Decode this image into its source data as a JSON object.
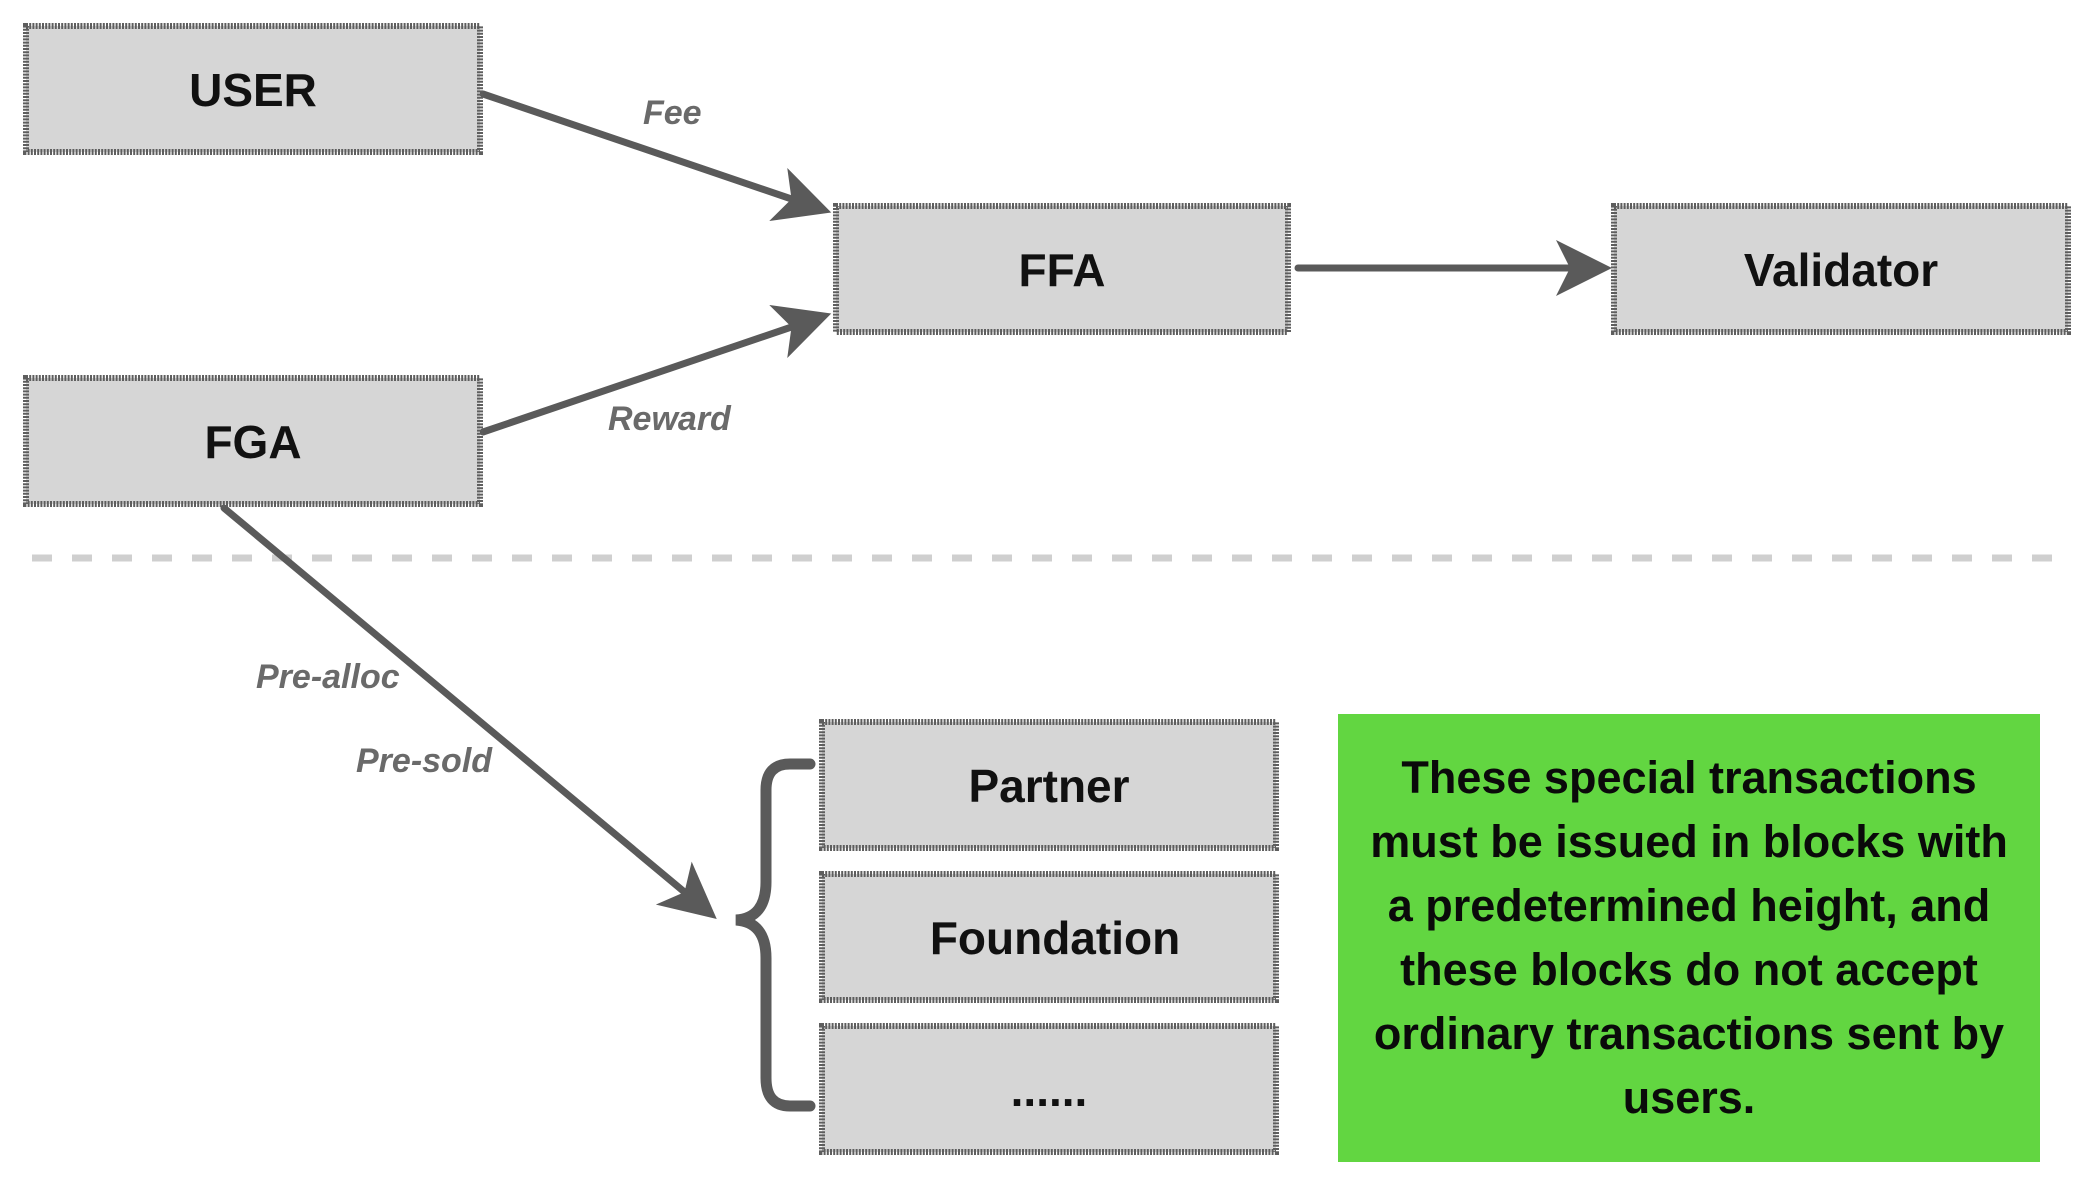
{
  "nodes": {
    "user": "USER",
    "fga": "FGA",
    "ffa": "FFA",
    "validator": "Validator",
    "partner": "Partner",
    "foundation": "Foundation",
    "more": "......"
  },
  "edges": {
    "fee": "Fee",
    "reward": "Reward",
    "pre_alloc": "Pre-alloc",
    "pre_sold": "Pre-sold"
  },
  "note": {
    "text": "These special transactions must be issued in blocks with a predetermined height, and these blocks do not accept ordinary transactions sent by users."
  },
  "colors": {
    "node_fill": "#d6d6d6",
    "node_border": "#5e5e5e",
    "arrow": "#5a5a5a",
    "note_background": "#62d641",
    "divider": "#cfcfcf"
  }
}
